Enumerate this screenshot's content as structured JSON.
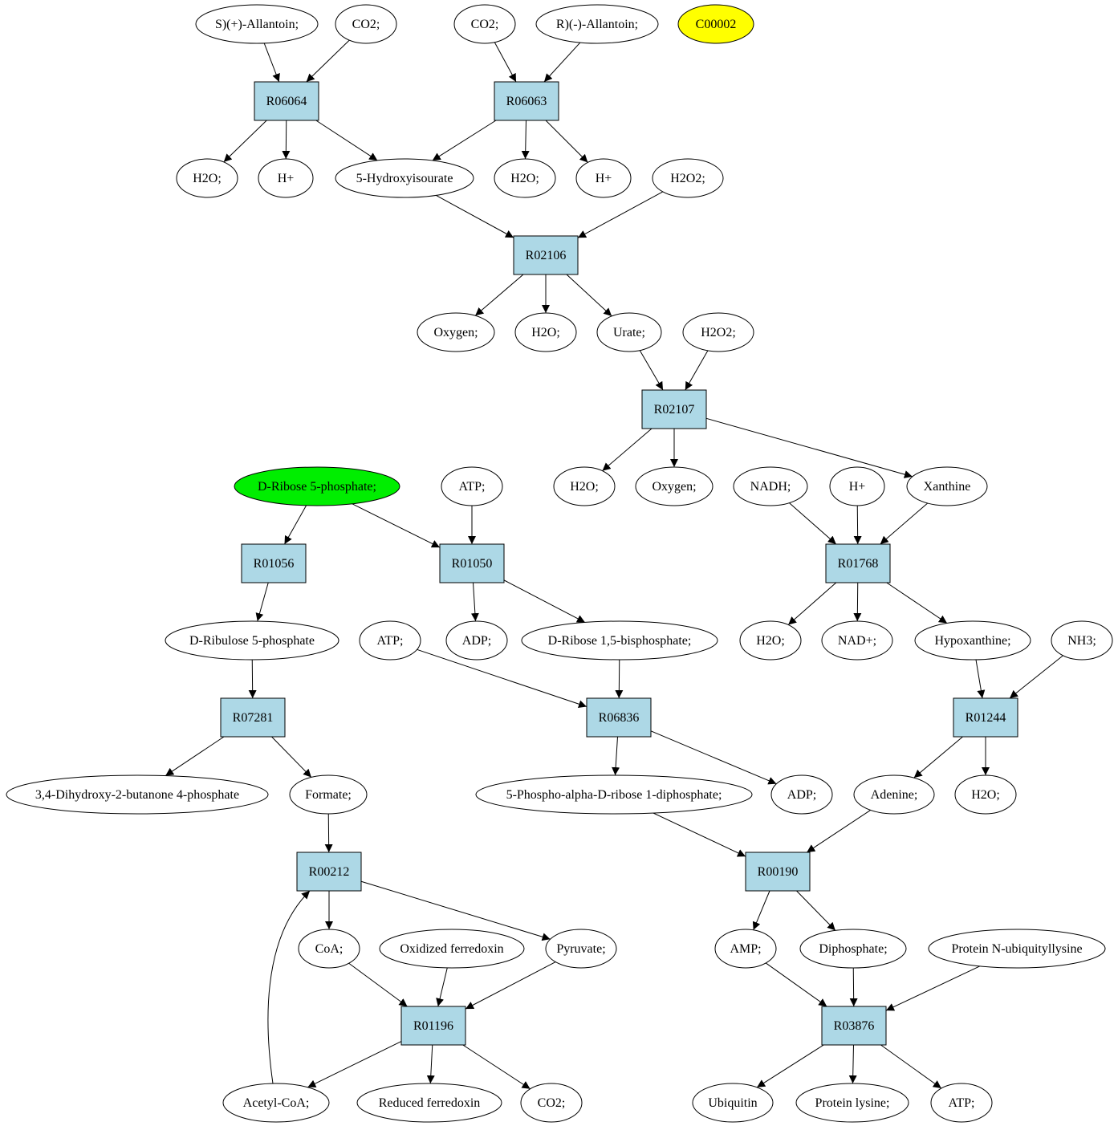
{
  "colors": {
    "reaction_fill": "#add8e6",
    "compound_fill": "#ffffff",
    "highlight_green": "#00ee00",
    "highlight_yellow": "#ffff00",
    "stroke": "#000000"
  },
  "reactions": {
    "R06064": "R06064",
    "R06063": "R06063",
    "R02106": "R02106",
    "R02107": "R02107",
    "R01056": "R01056",
    "R01050": "R01050",
    "R01768": "R01768",
    "R07281": "R07281",
    "R06836": "R06836",
    "R01244": "R01244",
    "R00212": "R00212",
    "R00190": "R00190",
    "R01196": "R01196",
    "R03876": "R03876"
  },
  "compounds": {
    "s_allantoin": "S)(+)-Allantoin;",
    "co2_a": "CO2;",
    "co2_b": "CO2;",
    "r_allantoin": "R)(-)-Allantoin;",
    "c00002": "C00002",
    "h2o_a": "H2O;",
    "hplus_a": "H+",
    "hydroxyisourate": "5-Hydroxyisourate",
    "h2o_b": "H2O;",
    "hplus_b": "H+",
    "h2o2_a": "H2O2;",
    "oxygen_a": "Oxygen;",
    "h2o_c": "H2O;",
    "urate": "Urate;",
    "h2o2_b": "H2O2;",
    "ribose5p": "D-Ribose 5-phosphate;",
    "atp_a": "ATP;",
    "h2o_d": "H2O;",
    "oxygen_b": "Oxygen;",
    "nadh": "NADH;",
    "hplus_c": "H+",
    "xanthine": "Xanthine",
    "ribulose5p": "D-Ribulose 5-phosphate",
    "atp_b": "ATP;",
    "adp_a": "ADP;",
    "ribose15bp": "D-Ribose 1,5-bisphosphate;",
    "h2o_e": "H2O;",
    "nadplus": "NAD+;",
    "hypoxanthine": "Hypoxanthine;",
    "nh3": "NH3;",
    "dhbp": "3,4-Dihydroxy-2-butanone 4-phosphate",
    "formate": "Formate;",
    "prpp": "5-Phospho-alpha-D-ribose 1-diphosphate;",
    "adp_b": "ADP;",
    "adenine": "Adenine;",
    "h2o_f": "H2O;",
    "coa": "CoA;",
    "ox_ferredoxin": "Oxidized ferredoxin",
    "pyruvate": "Pyruvate;",
    "amp": "AMP;",
    "diphosphate": "Diphosphate;",
    "protein_ubiq": "Protein N-ubiquityllysine",
    "acetylcoa": "Acetyl-CoA;",
    "red_ferredoxin": "Reduced ferredoxin",
    "co2_c": "CO2;",
    "ubiquitin": "Ubiquitin",
    "protein_lysine": "Protein lysine;",
    "atp_c": "ATP;"
  }
}
